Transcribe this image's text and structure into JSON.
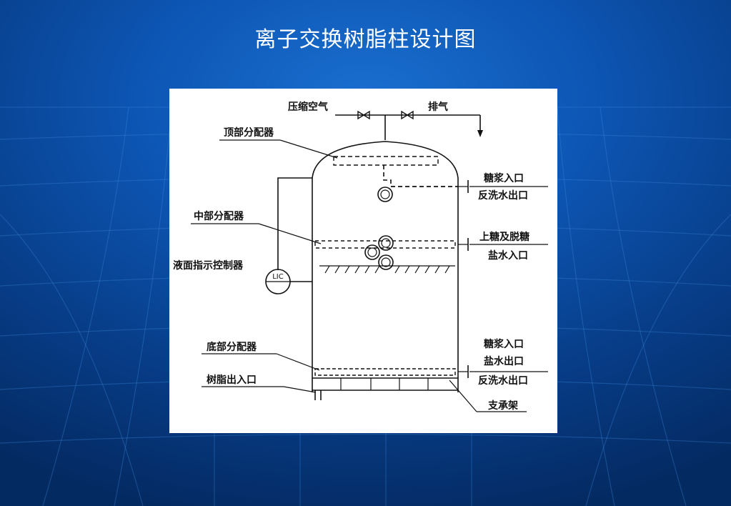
{
  "slide": {
    "title": "离子交换树脂柱设计图"
  },
  "diagram": {
    "labels": {
      "compressed_air": "压缩空气",
      "exhaust": "排气",
      "top_distributor": "顶部分配器",
      "syrup_inlet_top": "糖浆入口",
      "backwash_outlet_top": "反洗水出口",
      "middle_distributor": "中部分配器",
      "loading_desugar": "上糖及脱糖",
      "brine_inlet": "盐水入口",
      "level_controller": "液面指示控制器",
      "lic_tag": "LIC",
      "bottom_distributor": "底部分配器",
      "syrup_inlet_bottom": "糖浆入口",
      "brine_outlet": "盐水出口",
      "backwash_outlet_bottom": "反洗水出口",
      "resin_port": "树脂出入口",
      "support_frame": "支承架"
    }
  },
  "colors": {
    "background_light": "#1a6fd0",
    "background_dark": "#042a62",
    "panel": "#ffffff",
    "ink": "#111111",
    "title": "#ffffff"
  }
}
